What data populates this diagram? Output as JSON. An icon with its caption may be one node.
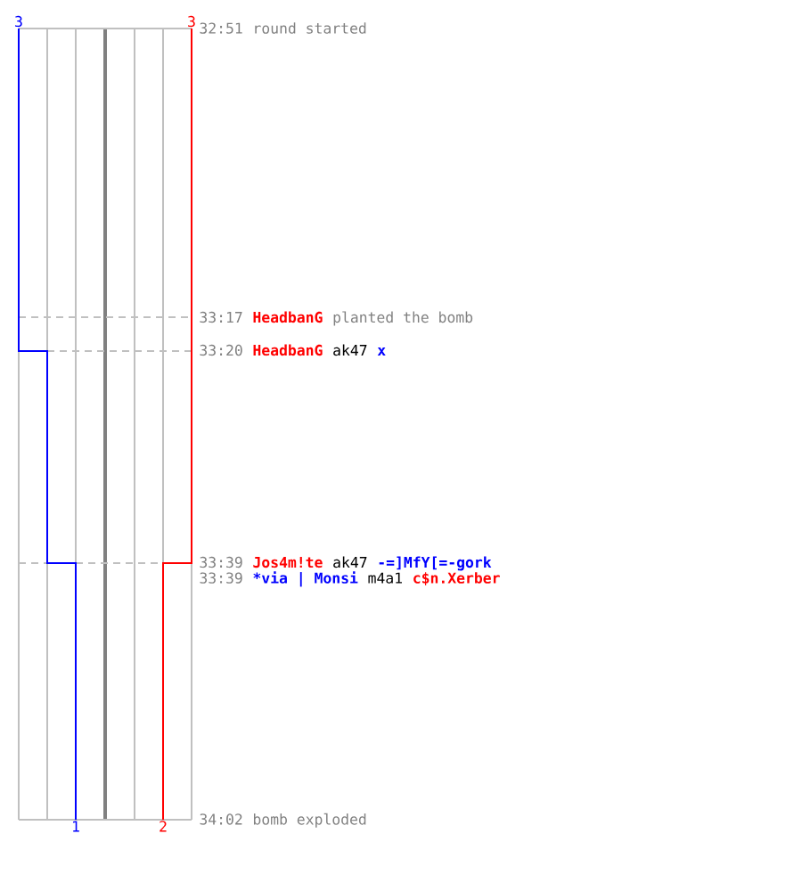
{
  "diagram": {
    "labels": [
      "3",
      "3",
      "32:51",
      "round started",
      "33:17",
      "HeadbanG",
      "planted the bomb",
      "33:20",
      "HeadbanG",
      "ak47",
      "x",
      "33:39",
      "Jos4m!te",
      "ak47",
      "-=]MfY[=-gork",
      "33:39",
      "*via | Monsi",
      "m4a1",
      "c$n.Xerber",
      "1",
      "2",
      "34:02",
      "bomb exploded"
    ]
  }
}
